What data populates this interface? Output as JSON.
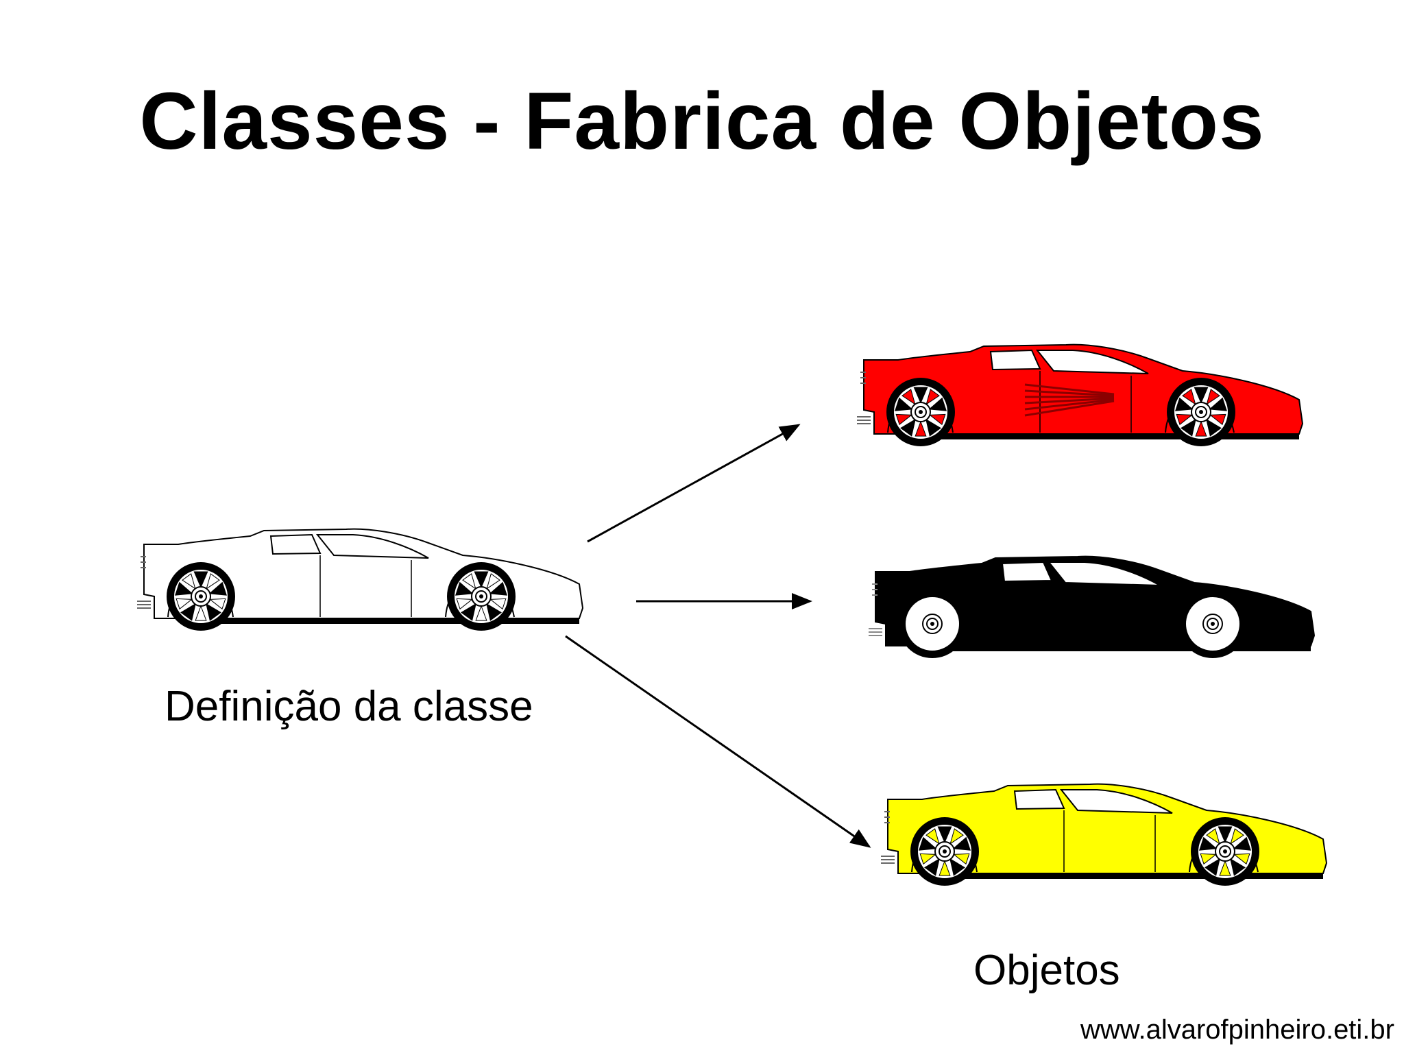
{
  "slide": {
    "title": "Classes - Fabrica de Objetos",
    "class_label": "Definição da classe",
    "objects_label": "Objetos",
    "footer_url": "www.alvarofpinheiro.eti.br"
  },
  "cars": [
    {
      "id": "class-definition",
      "body_color": "#ffffff",
      "spoke_color": "#ffffff"
    },
    {
      "id": "object-red",
      "body_color": "#ff0000",
      "spoke_color": "#ff0000"
    },
    {
      "id": "object-black",
      "body_color": "#000000",
      "spoke_color": "#000000"
    },
    {
      "id": "object-yellow",
      "body_color": "#ffff00",
      "spoke_color": "#ffff00"
    }
  ]
}
